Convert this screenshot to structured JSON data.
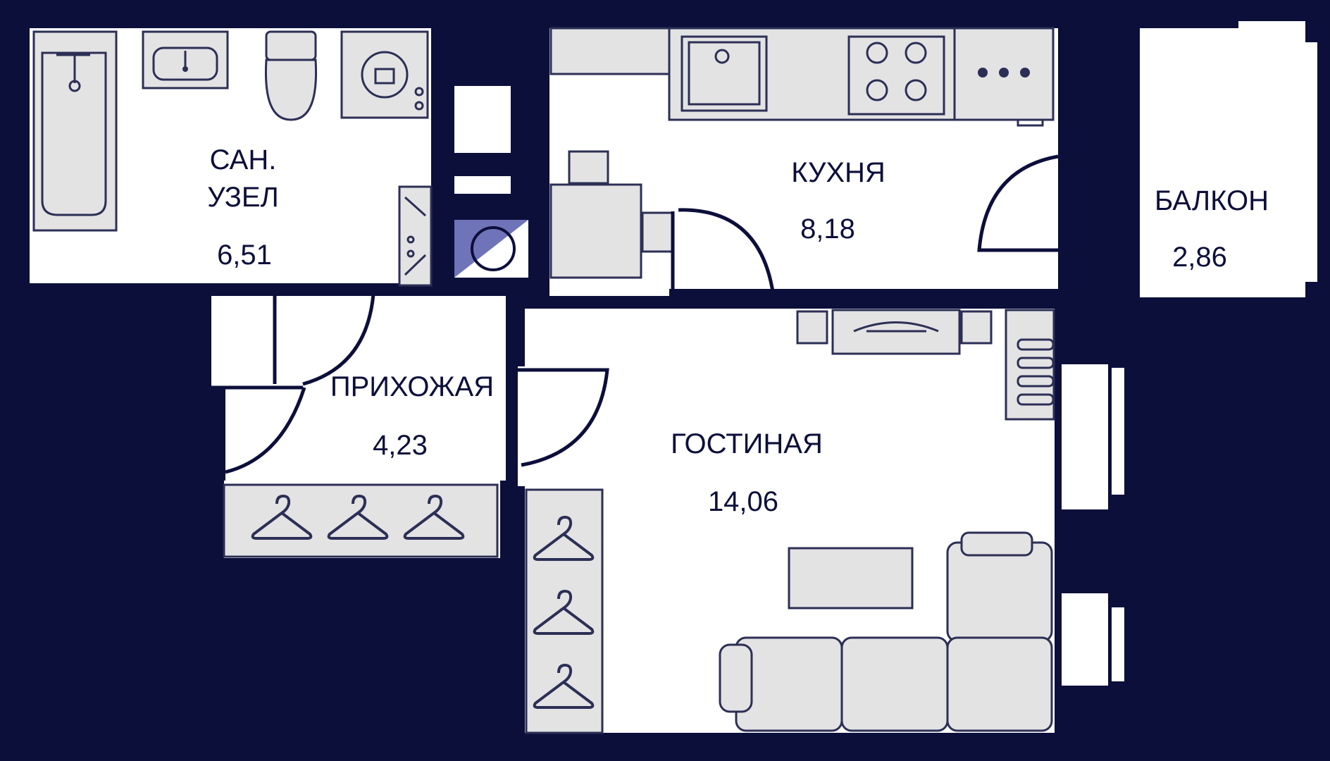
{
  "rooms": {
    "bathroom": {
      "name_line1": "САН.",
      "name_line2": "УЗЕЛ",
      "area": "6,51"
    },
    "kitchen": {
      "name": "КУХНЯ",
      "area": "8,18"
    },
    "balcony": {
      "name": "БАЛКОН",
      "area": "2,86"
    },
    "hallway": {
      "name": "ПРИХОЖАЯ",
      "area": "4,23"
    },
    "living": {
      "name": "ГОСТИНАЯ",
      "area": "14,06"
    }
  },
  "colors": {
    "walls": "#0c0f3a",
    "furniture": "#e3e3e4",
    "accent": "#6f73b8",
    "background": "#ffffff"
  },
  "icons": [
    "bathtub-icon",
    "sink-icon",
    "toilet-icon",
    "washing-machine-icon",
    "boiler-icon",
    "hanger-icon"
  ]
}
